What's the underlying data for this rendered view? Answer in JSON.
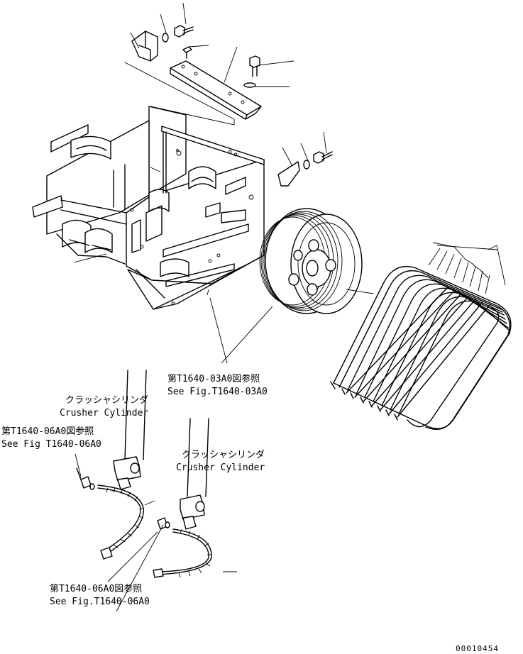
{
  "labels": {
    "ref_pulley_jp": "第T1640-03A0図参照",
    "ref_pulley_en": "See Fig.T1640-03A0",
    "cyl_left_jp": "クラッシャシリンダ",
    "cyl_left_en": "Crusher Cylinder",
    "ref_left_jp": "第T1640-06A0図参照",
    "ref_left_en": "See Fig T1640-06A0",
    "cyl_right_jp": "クラッシャシリンダ",
    "cyl_right_en": "Crusher Cylinder",
    "ref_bottom_jp": "第T1640-06A0図参照",
    "ref_bottom_en": "See Fig.T1640-06A0",
    "drawing_number": "00010454"
  }
}
